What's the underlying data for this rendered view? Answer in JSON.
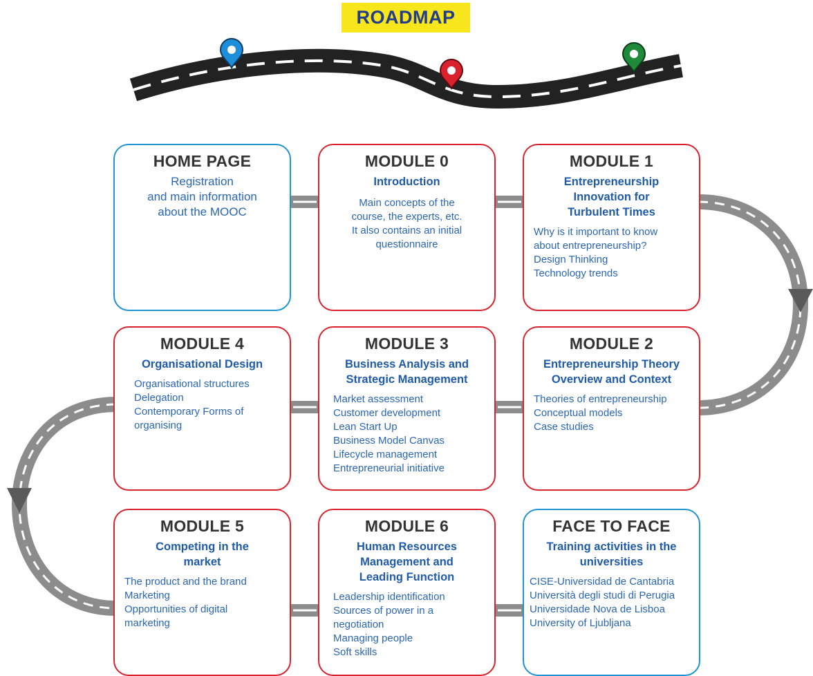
{
  "title": "ROADMAP",
  "colors": {
    "title_bg": "#f7e61c",
    "title_text": "#243d8a",
    "red_border": "#d9222e",
    "blue_border": "#1d93d3",
    "road_dark": "#222222",
    "road_gray": "#8c8c8c",
    "subtitle_text": "#1f5ba8",
    "body_text": "#2a66b4"
  },
  "pins": [
    {
      "color": "#1d8fd8",
      "icon": "map-pin-icon"
    },
    {
      "color": "#d9222e",
      "icon": "map-pin-icon"
    },
    {
      "color": "#1e8a3a",
      "icon": "map-pin-icon"
    }
  ],
  "cards": {
    "home": {
      "title": "HOME PAGE",
      "body": "Registration\nand main information\nabout the MOOC"
    },
    "m0": {
      "title": "MODULE 0",
      "subtitle": "Introduction",
      "body": "Main concepts of the\ncourse, the experts, etc.\nIt also contains an initial\nquestionnaire"
    },
    "m1": {
      "title": "MODULE 1",
      "subtitle": "Entrepreneurship\nInnovation for\nTurbulent Times",
      "body": "Why is it important to know\nabout entrepreneurship?\nDesign Thinking\nTechnology trends"
    },
    "m2": {
      "title": "MODULE 2",
      "subtitle": "Entrepreneurship Theory\nOverview and Context",
      "body": "Theories of entrepreneurship\nConceptual models\nCase studies"
    },
    "m3": {
      "title": "MODULE 3",
      "subtitle": "Business Analysis and\nStrategic Management",
      "body": "Market assessment\nCustomer development\nLean Start Up\nBusiness Model Canvas\nLifecycle management\nEntrepreneurial initiative"
    },
    "m4": {
      "title": "MODULE 4",
      "subtitle": "Organisational Design",
      "body": "Organisational structures\nDelegation\nContemporary Forms of\norganising"
    },
    "m5": {
      "title": "MODULE 5",
      "subtitle": "Competing in the\nmarket",
      "body": "The product and the brand\nMarketing\nOpportunities of digital\nmarketing"
    },
    "m6": {
      "title": "MODULE 6",
      "subtitle": "Human Resources\nManagement and\nLeading Function",
      "body": "Leadership identification\nSources of power in a\nnegotiation\nManaging people\nSoft skills"
    },
    "f2f": {
      "title": "FACE TO FACE",
      "subtitle": "Training activities in the\nuniversities",
      "body": "CISE-Universidad de Cantabria\nUniversità degli studi di Perugia\nUniversidade Nova de Lisboa\nUniversity of Ljubljana"
    }
  }
}
